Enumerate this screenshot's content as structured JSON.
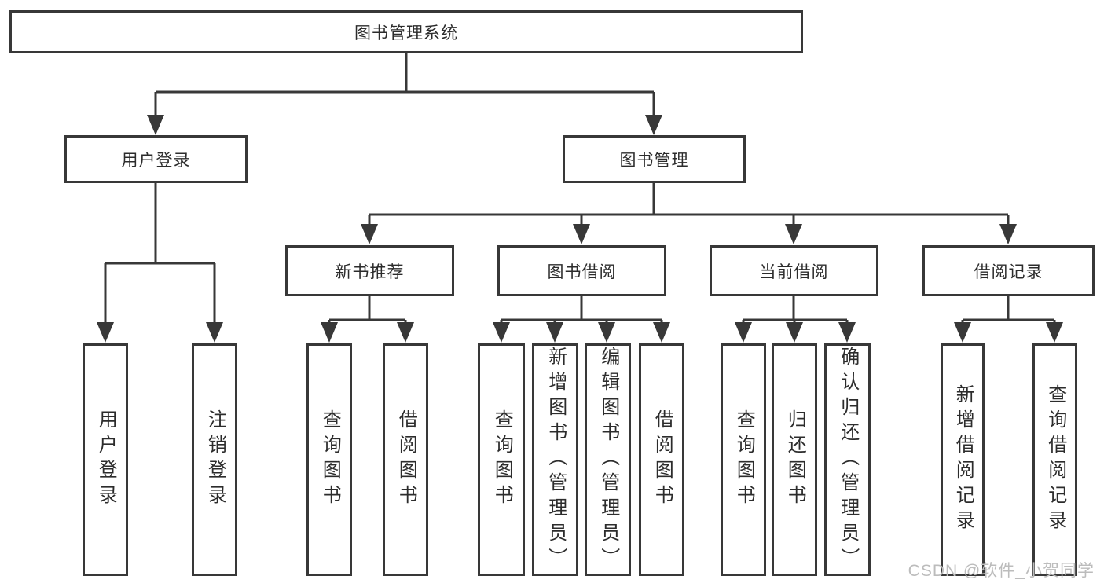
{
  "diagram": {
    "type": "tree",
    "colors": {
      "ink": "#383838",
      "text": "#2c2c2c",
      "background": "#ffffff",
      "watermark": "#bcbcbc"
    },
    "root": {
      "label": "图书管理系统"
    },
    "branches": [
      {
        "label": "用户登录",
        "children": [
          {
            "label": "用户登录"
          },
          {
            "label": "注销登录"
          }
        ]
      },
      {
        "label": "图书管理",
        "children": [
          {
            "label": "新书推荐",
            "children": [
              {
                "label": "查询图书"
              },
              {
                "label": "借阅图书"
              }
            ]
          },
          {
            "label": "图书借阅",
            "children": [
              {
                "label": "查询图书"
              },
              {
                "label": "新增图书（管理员）"
              },
              {
                "label": "编辑图书（管理员）"
              },
              {
                "label": "借阅图书"
              }
            ]
          },
          {
            "label": "当前借阅",
            "children": [
              {
                "label": "查询图书"
              },
              {
                "label": "归还图书"
              },
              {
                "label": "确认归还（管理员）"
              }
            ]
          },
          {
            "label": "借阅记录",
            "children": [
              {
                "label": "新增借阅记录"
              },
              {
                "label": "查询借阅记录"
              }
            ]
          }
        ]
      }
    ],
    "watermark": "CSDN @软件_小贺同学"
  }
}
